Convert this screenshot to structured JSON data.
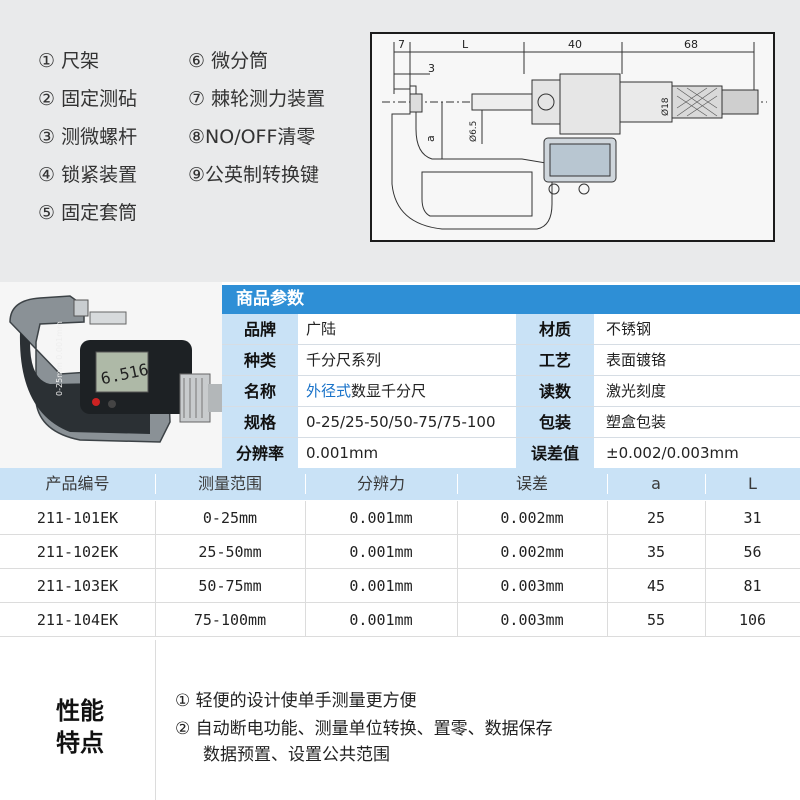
{
  "parts_col1": [
    "① 尺架",
    "② 固定测砧",
    "③ 测微螺杆",
    "④ 锁紧装置",
    "⑤ 固定套筒"
  ],
  "parts_col2": [
    "⑥ 微分筒",
    "⑦ 棘轮测力装置",
    "⑧NO/OFF清零",
    "⑨公英制转换键"
  ],
  "drawing": {
    "dim_7": "7",
    "dim_L": "L",
    "dim_40": "40",
    "dim_68": "68",
    "dim_3": "3",
    "dim_a": "a",
    "dim_d65": "Ø6.5",
    "dim_d18": "Ø18"
  },
  "photo": {
    "lcd_reading": "6.516",
    "frame_text": "0-25mm 0.001mm"
  },
  "spec": {
    "header": "商品参数",
    "rows": [
      {
        "k1": "品牌",
        "v1": "广陆",
        "k2": "材质",
        "v2": "不锈钢"
      },
      {
        "k1": "种类",
        "v1": "千分尺系列",
        "k2": "工艺",
        "v2": "表面镀铬"
      },
      {
        "k1": "名称",
        "v1_blue": "外径式",
        "v1_rest": "数显千分尺",
        "k2": "读数",
        "v2": "激光刻度"
      },
      {
        "k1": "规格",
        "v1": "0-25/25-50/50-75/75-100",
        "k2": "包装",
        "v2_blue": "塑盒包装"
      },
      {
        "k1": "分辨率",
        "v1_blue": "0.001mm",
        "k2": "误差值",
        "v2": "±0.002/0.003mm"
      }
    ]
  },
  "products": {
    "columns": [
      "产品编号",
      "测量范围",
      "分辨力",
      "误差",
      "a",
      "L"
    ],
    "rows": [
      [
        "211-101EK",
        "0-25mm",
        "0.001mm",
        "0.002mm",
        "25",
        "31"
      ],
      [
        "211-102EK",
        "25-50mm",
        "0.001mm",
        "0.002mm",
        "35",
        "56"
      ],
      [
        "211-103EK",
        "50-75mm",
        "0.001mm",
        "0.003mm",
        "45",
        "81"
      ],
      [
        "211-104EK",
        "75-100mm",
        "0.001mm",
        "0.003mm",
        "55",
        "106"
      ]
    ]
  },
  "features": {
    "title_line1": "性能",
    "title_line2": "特点",
    "line1": "① 轻便的设计使单手测量更方便",
    "line2": "② 自动断电功能、测量单位转换、置零、数据保存",
    "line3": "数据预置、设置公共范围"
  }
}
